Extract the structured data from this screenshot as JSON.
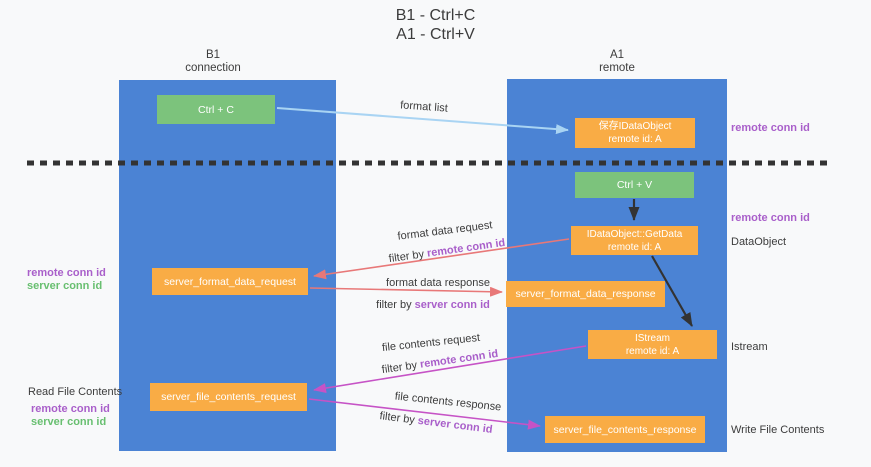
{
  "title": {
    "line1": "B1 - Ctrl+C",
    "line2": "A1 - Ctrl+V"
  },
  "lanes": {
    "left": {
      "name_line1": "B1",
      "name_line2": "connection"
    },
    "right": {
      "name_line1": "A1",
      "name_line2": "remote"
    }
  },
  "nodes": {
    "ctrl_c": {
      "label": "Ctrl + C"
    },
    "ctrl_v": {
      "label": "Ctrl + V"
    },
    "save_dataobject": {
      "line1": "保存IDataObject",
      "line2": "remote id: A"
    },
    "getdata": {
      "line1": "IDataObject::GetData",
      "line2": "remote id: A"
    },
    "istream": {
      "line1": "IStream",
      "line2": "remote id: A"
    },
    "format_request": {
      "label": "server_format_data_request"
    },
    "format_response": {
      "label": "server_format_data_response"
    },
    "file_request": {
      "label": "server_file_contents_request"
    },
    "file_response": {
      "label": "server_file_contents_response"
    }
  },
  "flow_labels": {
    "format_list": "format list",
    "format_data_request": "format data request",
    "format_data_response": "format data response",
    "file_contents_request": "file contents request",
    "file_contents_response": "file contents response",
    "filter_by": "filter by ",
    "remote_conn_id": "remote conn id",
    "server_conn_id": "server conn id"
  },
  "side_labels": {
    "right_remote_conn_id_top": "remote conn id",
    "right_remote_conn_id_mid": "remote conn id",
    "dataobject": "DataObject",
    "istream": "Istream",
    "write_file_contents": "Write File Contents",
    "left_remote_conn_id_top": "remote conn id",
    "left_server_conn_id_top": "server conn id",
    "read_file_contents": "Read File Contents",
    "left_remote_conn_id_bottom": "remote conn id",
    "left_server_conn_id_bottom": "server conn id"
  },
  "colors": {
    "lane_blue": "#4b83d4",
    "node_green": "#7cc37c",
    "node_orange": "#f9ac45",
    "text_purple": "#a95fca",
    "text_green": "#68bf70",
    "arrow_salmon": "#e87878",
    "arrow_magenta": "#c653c6",
    "arrow_lightblue": "#a9d4f3",
    "arrow_black": "#333333",
    "dashed_line": "#333333",
    "background": "#f8f9fa"
  }
}
